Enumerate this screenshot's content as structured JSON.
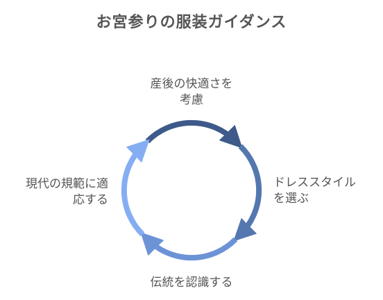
{
  "title": "お宮参りの服装ガイダンス",
  "steps": [
    {
      "lines": [
        "産後の快適さを",
        "考慮"
      ],
      "color": "#3d5a8a"
    },
    {
      "lines": [
        "ドレススタイル",
        "を選ぶ"
      ],
      "color": "#5577b0"
    },
    {
      "lines": [
        "伝統を認識する"
      ],
      "color": "#6b93d6"
    },
    {
      "lines": [
        "現代の規範に適",
        "応する"
      ],
      "color": "#85aef2"
    }
  ]
}
